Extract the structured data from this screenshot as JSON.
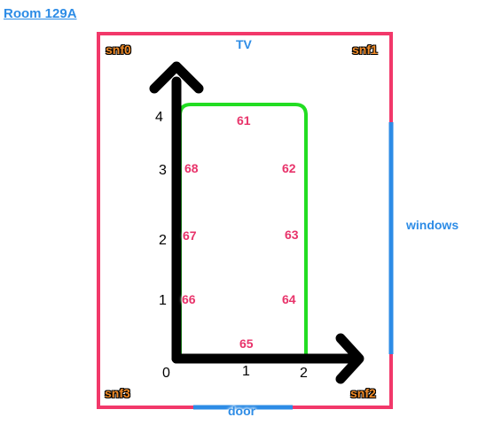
{
  "room": {
    "title": "Room 129A"
  },
  "labels": {
    "tv": "TV",
    "windows": "windows",
    "door": "door"
  },
  "sensors": [
    {
      "id": "snf0",
      "label": "snf0"
    },
    {
      "id": "snf1",
      "label": "snf1"
    },
    {
      "id": "snf2",
      "label": "snf2"
    },
    {
      "id": "snf3",
      "label": "snf3"
    }
  ],
  "axes": {
    "x_ticks": [
      "0",
      "1",
      "2"
    ],
    "y_ticks": [
      "1",
      "2",
      "3",
      "4"
    ]
  },
  "points": [
    {
      "label": "61",
      "x": 1,
      "y": 4
    },
    {
      "label": "62",
      "x": 2,
      "y": 3
    },
    {
      "label": "63",
      "x": 2,
      "y": 2
    },
    {
      "label": "64",
      "x": 2,
      "y": 1
    },
    {
      "label": "65",
      "x": 1,
      "y": 0
    },
    {
      "label": "66",
      "x": 0,
      "y": 1
    },
    {
      "label": "67",
      "x": 0,
      "y": 2
    },
    {
      "label": "68",
      "x": 0,
      "y": 3
    }
  ],
  "colors": {
    "walls": "#f2386a",
    "openings": "#2d8ce6",
    "path": "#22dd22",
    "axes": "#000000",
    "point_labels": "#e8336a",
    "sensor_labels": "#f28c28"
  }
}
